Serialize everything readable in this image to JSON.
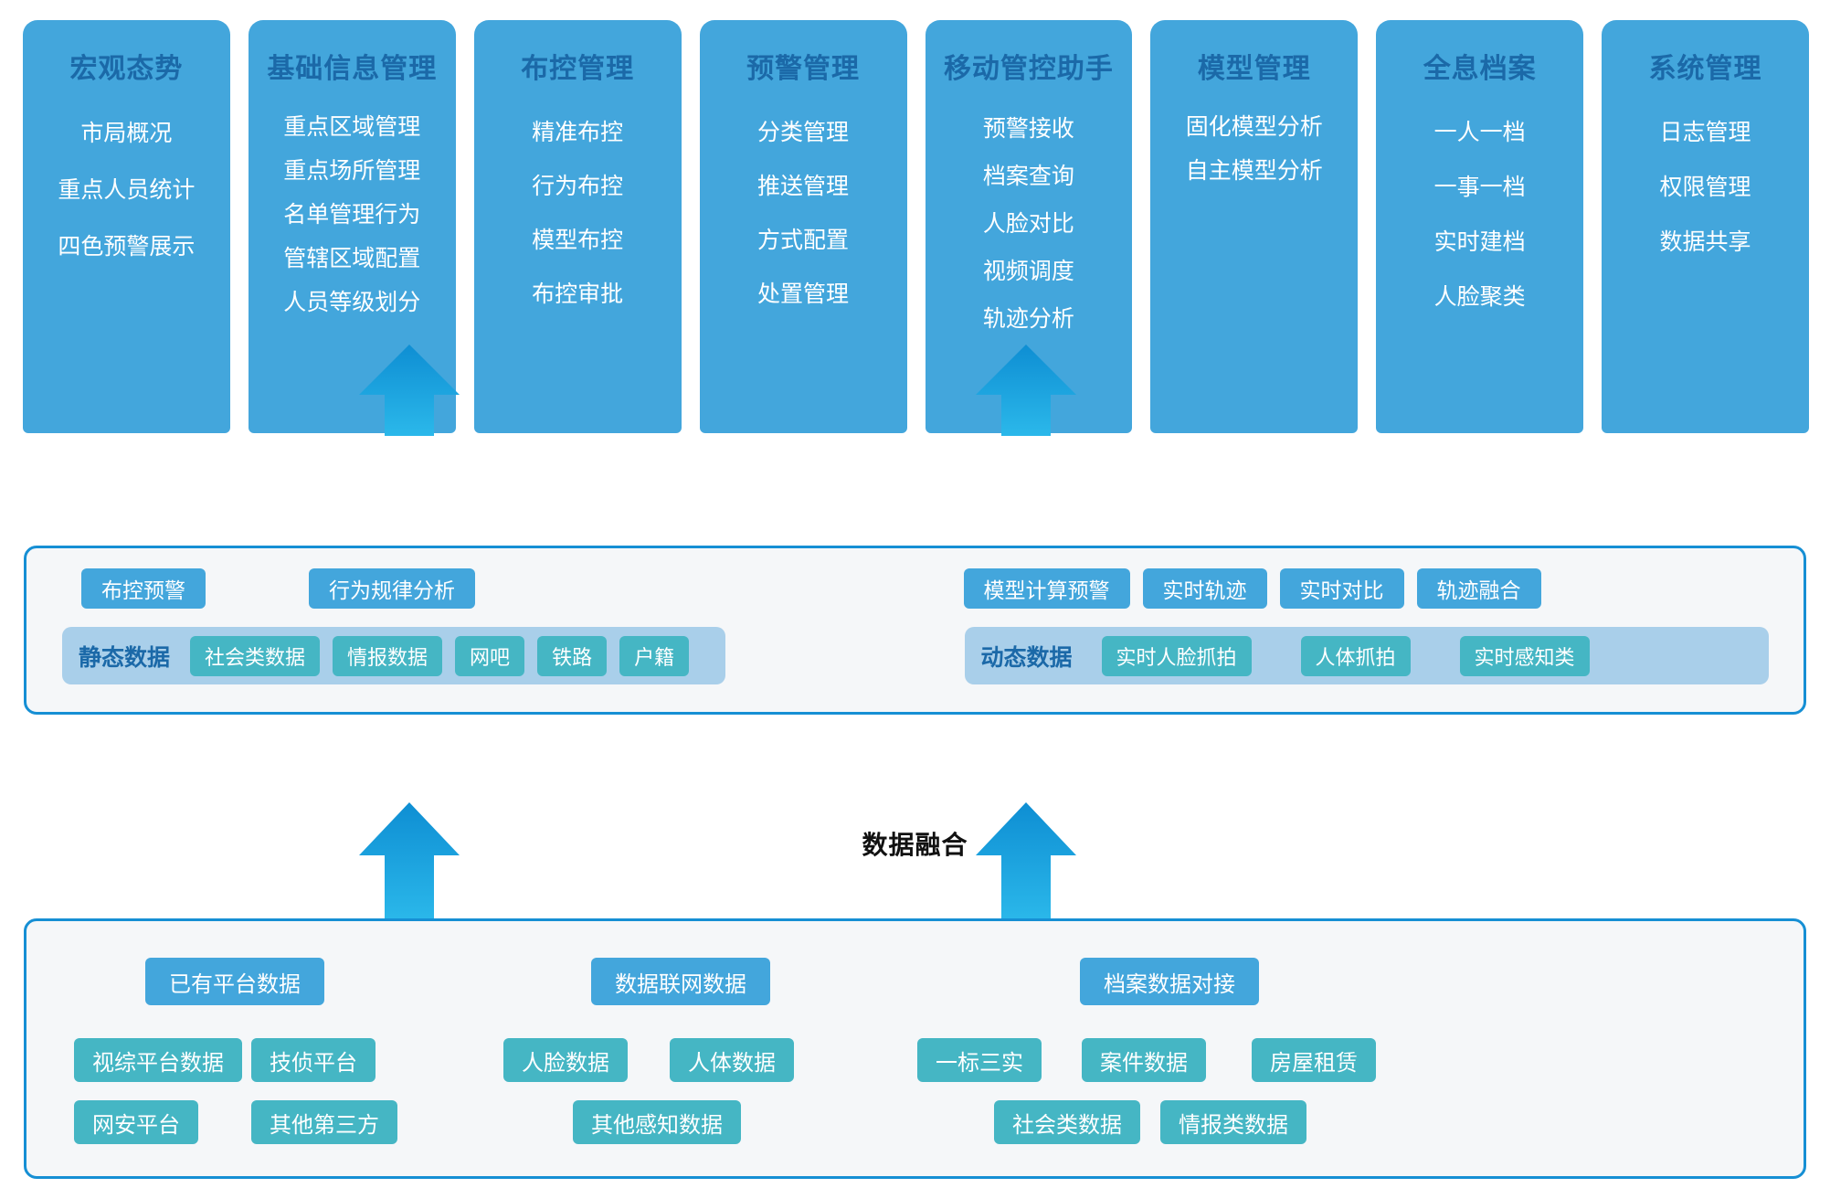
{
  "diagram": {
    "fusion_caption": "数据融合",
    "colors": {
      "card_blue": "#43A6DC",
      "title_blue": "#1B69A8",
      "panel_border": "#168FD4",
      "panel_bg": "#F5F7F9",
      "strip_bg": "#A9CFEA",
      "chip_teal": "#45B6C4",
      "arrow_top": "#1499DB",
      "arrow_bottom": "#29B6E8"
    }
  },
  "modules": [
    {
      "title": "宏观态势",
      "items": [
        "市局概况",
        "重点人员统计",
        "四色预警展示"
      ]
    },
    {
      "title": "基础信息管理",
      "items": [
        "重点区域管理",
        "重点场所管理",
        "名单管理行为",
        "管辖区域配置",
        "人员等级划分"
      ]
    },
    {
      "title": "布控管理",
      "items": [
        "精准布控",
        "行为布控",
        "模型布控",
        "布控审批"
      ]
    },
    {
      "title": "预警管理",
      "items": [
        "分类管理",
        "推送管理",
        "方式配置",
        "处置管理"
      ]
    },
    {
      "title": "移动管控助手",
      "items": [
        "预警接收",
        "档案查询",
        "人脸对比",
        "视频调度",
        "轨迹分析"
      ]
    },
    {
      "title": "模型管理",
      "items": [
        "固化模型分析",
        "自主模型分析"
      ]
    },
    {
      "title": "全息档案",
      "items": [
        "一人一档",
        "一事一档",
        "实时建档",
        "人脸聚类"
      ]
    },
    {
      "title": "系统管理",
      "items": [
        "日志管理",
        "权限管理",
        "数据共享"
      ]
    }
  ],
  "fusion_layer": {
    "static": {
      "capabilities": [
        "布控预警",
        "行为规律分析"
      ],
      "label": "静态数据",
      "chips": [
        "社会类数据",
        "情报数据",
        "网吧",
        "铁路",
        "户籍"
      ]
    },
    "dynamic": {
      "capabilities": [
        "模型计算预警",
        "实时轨迹",
        "实时对比",
        "轨迹融合"
      ],
      "label": "动态数据",
      "chips": [
        "实时人脸抓拍",
        "人体抓拍",
        "实时感知类"
      ]
    }
  },
  "sources": [
    {
      "head": "已有平台数据",
      "rows": [
        [
          "视综平台数据",
          "技侦平台"
        ],
        [
          "网安平台",
          "其他第三方"
        ]
      ]
    },
    {
      "head": "数据联网数据",
      "rows": [
        [
          "人脸数据",
          "人体数据"
        ],
        [
          "其他感知数据"
        ]
      ]
    },
    {
      "head": "档案数据对接",
      "rows": [
        [
          "一标三实",
          "案件数据",
          "房屋租赁"
        ],
        [
          "社会类数据",
          "情报类数据"
        ]
      ]
    }
  ]
}
